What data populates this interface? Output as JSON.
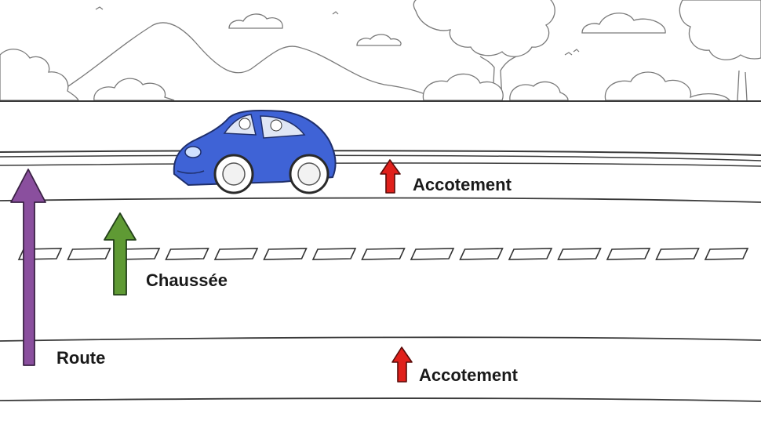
{
  "labels": {
    "accotement_top": "Accotement",
    "chaussee": "Chaussée",
    "route": "Route",
    "accotement_bottom": "Accotement"
  },
  "colors": {
    "route_arrow": "#8a4f9e",
    "chaussee_arrow": "#5f9a34",
    "accotement_arrow": "#e0201b",
    "car_body": "#3f63d6",
    "line": "#333333"
  },
  "icons": {
    "car": "car-icon",
    "mountains": "mountains-icon",
    "trees": "tree-icon",
    "clouds": "cloud-icon",
    "birds": "bird-icon"
  }
}
